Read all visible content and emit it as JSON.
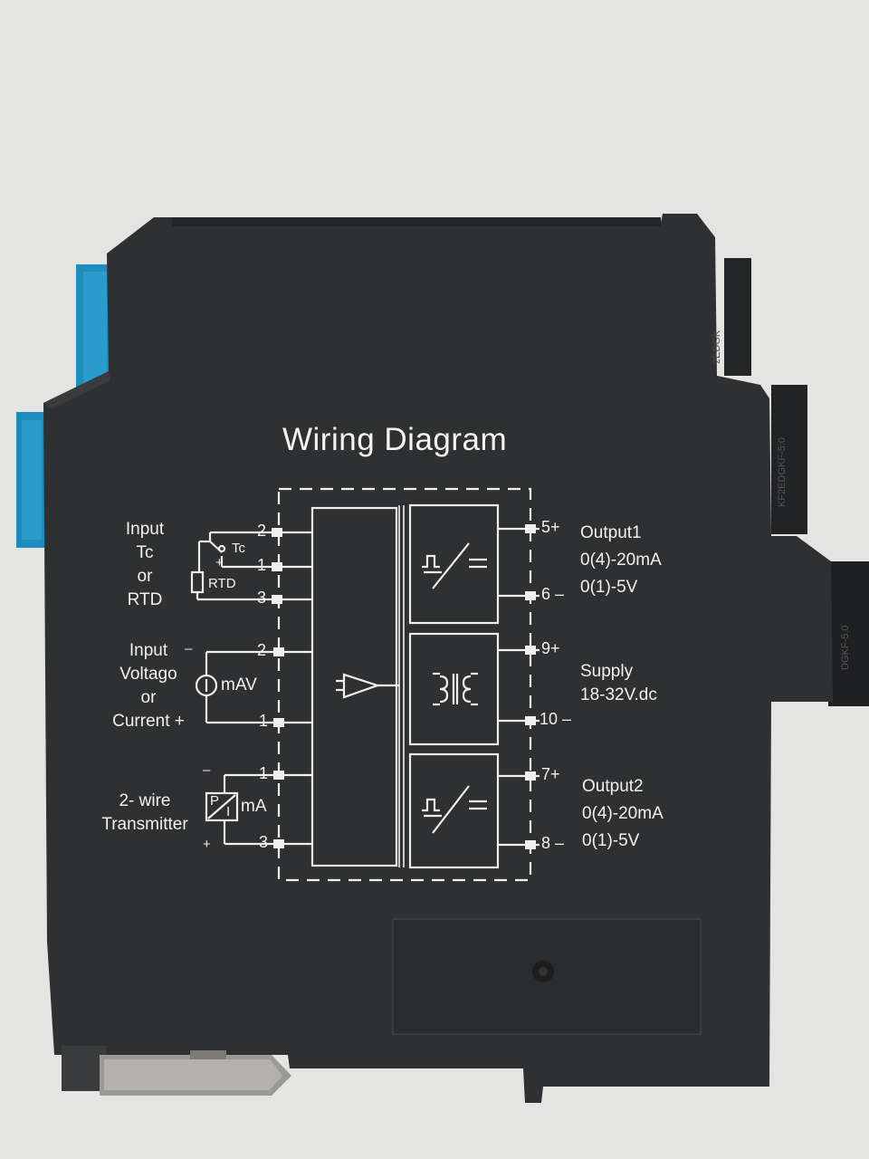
{
  "device": {
    "title": "Wiring Diagram",
    "colors": {
      "housing": "#2e2f31",
      "ink": "#f1f1ef",
      "terminal_blue": "#1f8fbf",
      "background": "#e6e6e4",
      "rail_clip": "#9a9a98"
    },
    "side_text": [
      "2EDGK",
      "KF2EDGKF-5.0",
      "DGKF-5.0"
    ]
  },
  "input_tc_rtd": {
    "label": [
      "Input",
      "Tc",
      "or",
      "RTD"
    ],
    "sensor_tc": "Tc",
    "sensor_rtd": "RTD",
    "plus": "+",
    "pins": [
      "2",
      "1",
      "3"
    ]
  },
  "input_voltage_current": {
    "label": [
      "Input",
      "Voltago",
      "or",
      "Current +"
    ],
    "minus": "–",
    "source": "mAV",
    "pins": [
      "2",
      "1"
    ]
  },
  "input_transmitter": {
    "label": [
      "2- wire",
      "Transmitter"
    ],
    "minus": "–",
    "plus": "+",
    "sensor_p": "P",
    "sensor_i": "I",
    "sensor_unit": "mA",
    "pins": [
      "1",
      "3"
    ]
  },
  "outputs": {
    "output1": {
      "pins": [
        "5+",
        "6 –"
      ],
      "label": [
        "Output1",
        "0(4)-20mA",
        "0(1)-5V"
      ]
    },
    "supply": {
      "pins": [
        "9+",
        "10 –"
      ],
      "label": [
        "Supply",
        "18-32V.dc"
      ]
    },
    "output2": {
      "pins": [
        "7+",
        "8 –"
      ],
      "label": [
        "Output2",
        "0(4)-20mA",
        "0(1)-5V"
      ]
    }
  }
}
